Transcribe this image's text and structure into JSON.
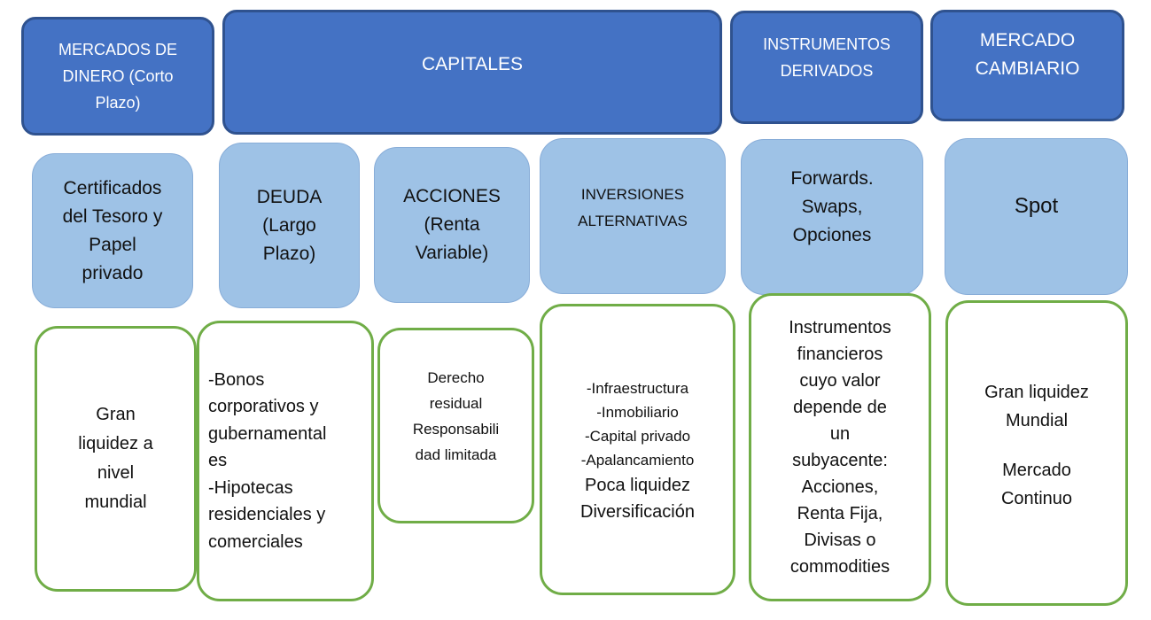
{
  "headers": {
    "dinero": [
      "MERCADOS DE",
      "DINERO (Corto",
      "Plazo)"
    ],
    "capitales": [
      "CAPITALES"
    ],
    "derivados": [
      "INSTRUMENTOS",
      "DERIVADOS"
    ],
    "cambiario": [
      "MERCADO",
      "CAMBIARIO"
    ]
  },
  "categories": {
    "certificados": [
      "Certificados",
      "del Tesoro y",
      "Papel",
      "privado"
    ],
    "deuda": [
      "DEUDA",
      "(Largo",
      "Plazo)"
    ],
    "acciones": [
      "ACCIONES",
      "(Renta",
      "Variable)"
    ],
    "inversiones": [
      "INVERSIONES",
      "ALTERNATIVAS"
    ],
    "forwards": [
      "Forwards.",
      "Swaps,",
      "Opciones"
    ],
    "spot": [
      "Spot"
    ]
  },
  "details": {
    "dinero": [
      "Gran",
      "liquidez a",
      "nivel",
      "mundial"
    ],
    "deuda": [
      "-Bonos",
      "corporativos y",
      "gubernamental",
      "es",
      "-Hipotecas",
      "residenciales y",
      "comerciales"
    ],
    "acciones": [
      "Derecho",
      "residual",
      "Responsabili",
      "dad limitada"
    ],
    "inversiones": {
      "small": [
        "-Infraestructura",
        "-Inmobiliario",
        "-Capital privado",
        "-Apalancamiento"
      ],
      "large": [
        "Poca liquidez",
        "Diversificación"
      ]
    },
    "derivados": [
      "Instrumentos",
      "financieros",
      "cuyo valor",
      "depende de",
      "un",
      "subyacente:",
      "Acciones,",
      "Renta Fija,",
      "Divisas o",
      "commodities"
    ],
    "cambiario": {
      "first": [
        "Gran liquidez",
        "Mundial"
      ],
      "second": [
        "Mercado",
        "Continuo"
      ]
    }
  },
  "colors": {
    "header_fill": "#4472c4",
    "header_border": "#2f528f",
    "category_fill": "#9ec2e6",
    "detail_border": "#70ad47"
  }
}
